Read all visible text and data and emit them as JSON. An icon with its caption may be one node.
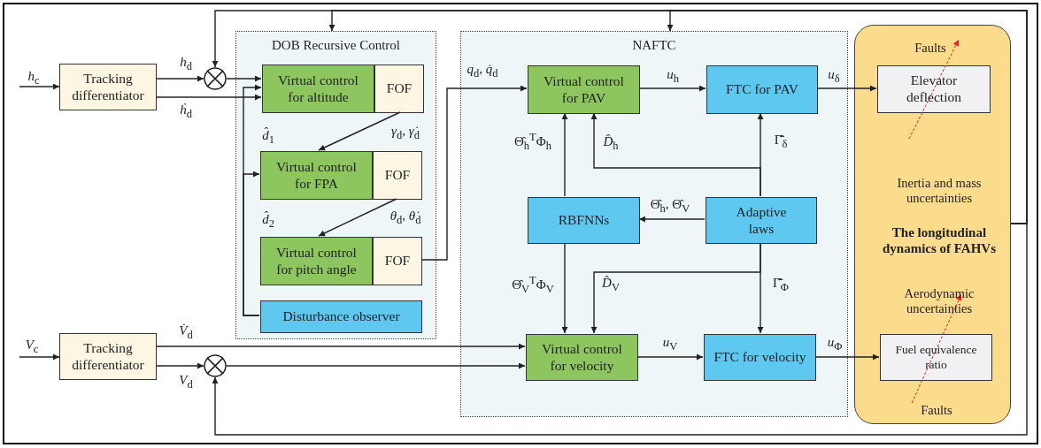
{
  "diagram": {
    "nodes": [
      {
        "text": [
          "Tracking differentiator"
        ]
      },
      {
        "text": [],
        "shape": "circle"
      },
      {
        "text": [
          "DOB Recursive Control"
        ]
      },
      {
        "text": [
          "Virtual control for altitude"
        ],
        "in": 2
      },
      {
        "text": [
          "FOF"
        ],
        "in": 2
      },
      {
        "text": [
          "Virtual control for FPA"
        ],
        "in": 2
      },
      {
        "text": [
          "FOF"
        ],
        "in": 2
      },
      {
        "text": [
          "Virtual control for pitch angle"
        ],
        "in": 2
      },
      {
        "text": [
          "FOF"
        ],
        "in": 2
      },
      {
        "text": [
          "Disturbance observer"
        ],
        "in": 2
      },
      {
        "text": [
          "NAFTC"
        ]
      },
      {
        "text": [
          "Virtual control for PAV"
        ],
        "in": 10
      },
      {
        "text": [
          "FTC for PAV"
        ],
        "in": 10
      },
      {
        "text": [
          "RBFNNs"
        ],
        "in": 10
      },
      {
        "text": [
          "Adaptive laws"
        ],
        "in": 10
      },
      {
        "text": [
          "Virtual control for velocity"
        ],
        "in": 10
      },
      {
        "text": [
          "FTC for velocity"
        ],
        "in": 10
      },
      {
        "text": [
          "Tracking differentiator"
        ]
      },
      {
        "text": [],
        "shape": "circle"
      },
      {
        "text": [
          "Faults",
          "Inertia and mass uncertainties",
          "The longitudinal dynamics of FAHVs",
          "Aerodynamic uncertainties",
          "Faults"
        ]
      },
      {
        "text": [
          "Elevator deflection"
        ],
        "in": 19
      },
      {
        "text": [
          "Fuel equivalence ratio"
        ],
        "in": 19
      }
    ],
    "edges": [
      {
        "from": null,
        "to": 0,
        "arrow": "to",
        "label": "*h*$_{c}$"
      },
      {
        "from": 0,
        "to": 1,
        "arrow": "to",
        "label": "*h*$_{d}$"
      },
      {
        "from": 0,
        "to": 3,
        "arrow": "to",
        "label": "*ḣ*$_{d}$"
      },
      {
        "from": 1,
        "to": 3,
        "arrow": "to"
      },
      {
        "from": 9,
        "to": 3,
        "arrow": "to"
      },
      {
        "from": 9,
        "to": 5,
        "arrow": "to"
      },
      {
        "from": 4,
        "to": 5,
        "arrow": "to",
        "label": "*γ*$_{d}$, *γ̇*$_{d}$"
      },
      {
        "from": 6,
        "to": 7,
        "arrow": "to",
        "label": "*θ*$_{d}$, *θ̇*$_{d}$"
      },
      {
        "from": 8,
        "to": 11,
        "arrow": "to",
        "label": "*q*$_{d}$, *q̇*$_{d}$"
      },
      {
        "from": 11,
        "to": 12,
        "arrow": "to",
        "label": "*u*$_{h}$"
      },
      {
        "from": 12,
        "to": 20,
        "arrow": "to",
        "label": "*u*$_{δ}$"
      },
      {
        "from": 13,
        "to": 11,
        "arrow": "to",
        "label": "Θ̂$_{h}$$^{T}$Φ$_{h}$"
      },
      {
        "from": 14,
        "to": 11,
        "arrow": "to",
        "label": "*D̂*$_{h}$"
      },
      {
        "from": 14,
        "to": 12,
        "arrow": "to",
        "label": "Γ̄̂$_{δ}$"
      },
      {
        "from": 14,
        "to": 13,
        "arrow": "to",
        "label": "Θ̂$_{h}$, Θ̂$_{V}$"
      },
      {
        "from": 13,
        "to": 15,
        "arrow": "to",
        "label": "Θ̂$_{V}$$^{T}$Φ$_{V}$"
      },
      {
        "from": 14,
        "to": 15,
        "arrow": "to",
        "label": "*D̂*$_{V}$"
      },
      {
        "from": 14,
        "to": 16,
        "arrow": "to",
        "label": "Γ̄̂$_{Φ}$"
      },
      {
        "from": null,
        "to": 17,
        "arrow": "to",
        "label": "*V*$_{c}$"
      },
      {
        "from": 17,
        "to": 15,
        "arrow": "to",
        "label": "*V̇*$_{d}$"
      },
      {
        "from": 17,
        "to": 18,
        "arrow": "to",
        "label": "*V*$_{d}$"
      },
      {
        "from": 18,
        "to": 15,
        "arrow": "to"
      },
      {
        "from": 15,
        "to": 16,
        "arrow": "to",
        "label": "*u*$_{V}$"
      },
      {
        "from": 16,
        "to": 21,
        "arrow": "to",
        "label": "*u*$_{Φ}$"
      },
      {
        "from": 19,
        "to": 1,
        "arrow": "to"
      },
      {
        "from": 19,
        "to": 2,
        "arrow": "to"
      },
      {
        "from": 19,
        "to": 10,
        "arrow": "to"
      },
      {
        "from": 19,
        "to": 18,
        "arrow": "to"
      }
    ],
    "labels": [
      "*d̂*$_{1}$",
      "*d̂*$_{2}$"
    ]
  }
}
